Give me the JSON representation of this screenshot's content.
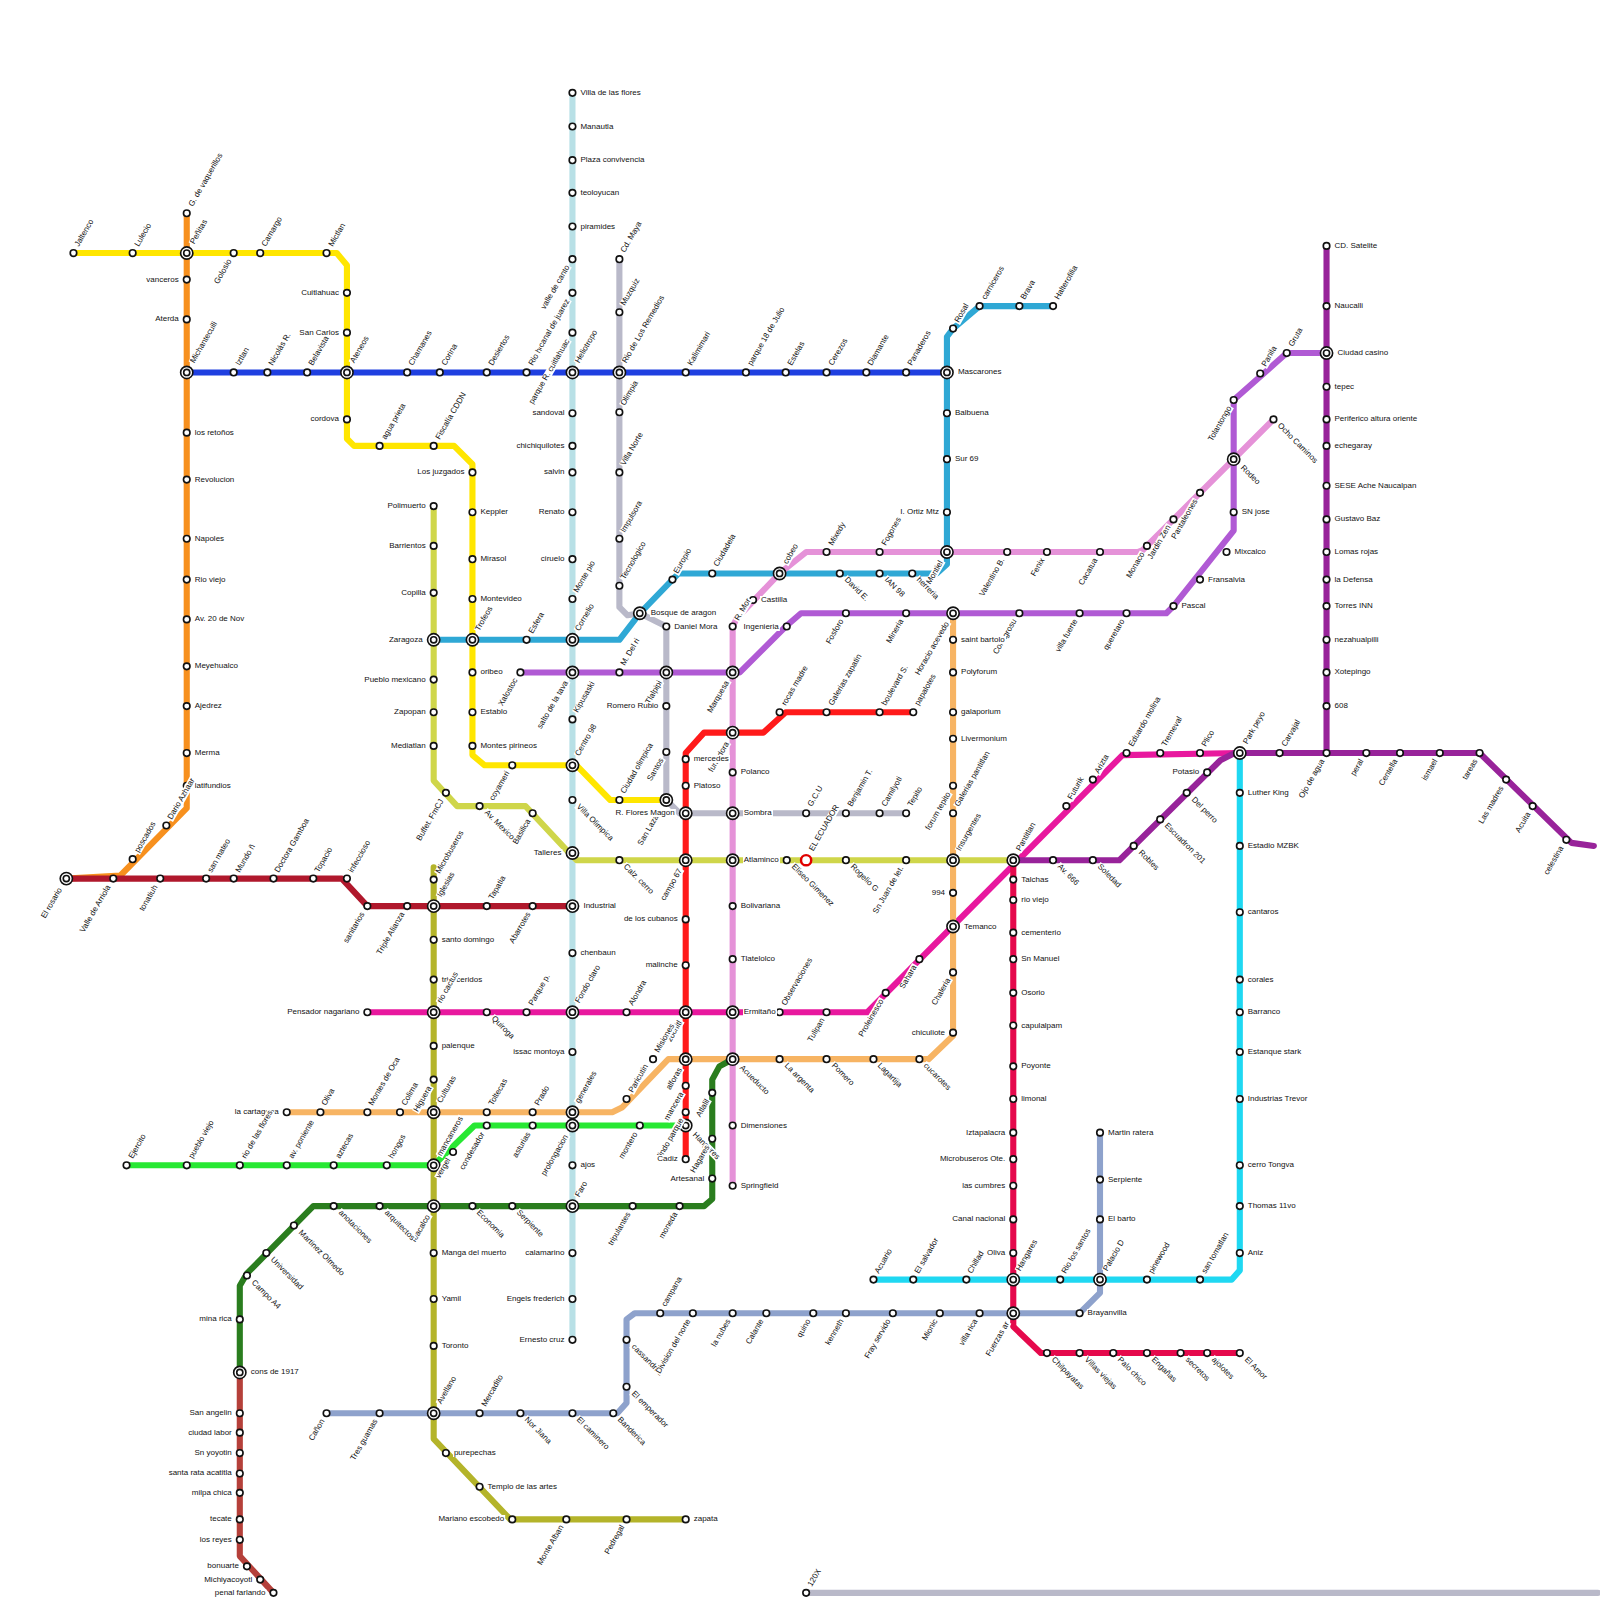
{
  "diagram": {
    "labels": [
      "Jaltenco",
      "Lulecio",
      "Peñitas",
      "Golosio",
      "Camargo",
      "Mictlan",
      "Cuitlahuac",
      "San Carlos",
      "Ateneos",
      "cordova",
      "agua prieta",
      "Fiscalía CDDN",
      "Los juzgados",
      "Keppler",
      "Mirasol",
      "Montevideo",
      "Trofeos",
      "oribeo",
      "Establo",
      "Montes pirineos",
      "coyameri",
      "Centro 98",
      "Ciudad olimpica",
      "San Lazaro",
      "G. de vaquerillos",
      "vanceros",
      "Aterda",
      "Michantecuili",
      "los retoños",
      "Revolucion",
      "Napoles",
      "Rio viejo",
      "Av. 20 de Nov",
      "Meyehualco",
      "Ajedrez",
      "Merma",
      "latifundios",
      "Dario Azhaar",
      "poscados",
      "El rosario",
      "Iztlan",
      "Nicolás R.",
      "Belavista",
      "Chamanes",
      "Corina",
      "Desiertos",
      "Rio hondo",
      "Heliotropo",
      "Rio de Los Remedios",
      "Kalimimari",
      "parque 18 de Julio",
      "Estelas",
      "Cerezos",
      "Diamante",
      "Panaderos",
      "Mascarones",
      "Villa de las flores",
      "Manautla",
      "Plaza convivencia",
      "teoloyucan",
      "piramides",
      "valle de canto",
      "canal de juarez",
      "parque R. cuitlahuac",
      "sandoval",
      "chichiquilotes",
      "salvin",
      "Renato",
      "ciruelo",
      "Monte pio",
      "Cornelio",
      "salto de la tava",
      "Kipusaski",
      "Villa Olimpica",
      "Talleres",
      "Industrial",
      "chenbaun",
      "Fondo claro",
      "issac montoya",
      "generales",
      "prolongacion",
      "ajos",
      "Faro",
      "calamarino",
      "Engels frederich",
      "Ernesto cruz",
      "Cd. Maya",
      "Muzquiz",
      "Olimpia",
      "Villa Norte",
      "Impulsora",
      "Tecnologico",
      "Bosque de aragon",
      "Daniel Mora",
      "Tlalpipi",
      "Romero Rubio",
      "Santos",
      "R. Flores Magon",
      "Sombra",
      "G.C.U",
      "Benjamin T.",
      "Camilyoti",
      "Tepito",
      "Halterofilia",
      "Brava",
      "carniceros",
      "Rosal",
      "Balbuena",
      "Sur 69",
      "I. Ortiz Mtz",
      "Montiel",
      "herreria",
      "IAN 98",
      "David E.",
      "cobeo",
      "Ciudadela",
      "Europio",
      "Esfera",
      "Zaragoza",
      "Ocho Caminos",
      "Rodeo",
      "Pantaleones",
      "Jardin Zen",
      "Monaco",
      "Cacatua",
      "Fenix",
      "Valentino B.",
      "Fogones",
      "Mixedy",
      "Castilla",
      "R. Mor",
      "Marquesa",
      "fundidora",
      "Polanco",
      "Atlaminco",
      "Bolivariana",
      "Tlatelolco",
      "Ermitaño",
      "Acueducto",
      "Dimensiones",
      "Springfield",
      "Gruta",
      "Panila",
      "Tolantongo",
      "SN jose",
      "Mixcalco",
      "Fransalvia",
      "Pascal",
      "queretaro",
      "villa fuerte",
      "Conagrosu",
      "Horacio acevedo",
      "Mineria",
      "Fosforo",
      "Ingenieria",
      "M. Del ri",
      "Xalostoc",
      "papalotes",
      "boulevard S.",
      "Galerias zapatin",
      "rocas madre",
      "mercedes",
      "Platoso",
      "campo 67",
      "de los cubanos",
      "malinche",
      "zochitl",
      "alforas",
      "mancera",
      "lindo parque",
      "Hangares",
      "Cadiz",
      "Polimuerto",
      "Barrientos",
      "Copilla",
      "Pueblo mexicano",
      "Zapopan",
      "Mediatlan",
      "Buffet. FmCJ",
      "Av. Mexico",
      "Basilica",
      "Calz. cerro",
      "Eliseo Gimenez",
      "EL ECUADOR",
      "Rogelio G",
      "Sn Juan de let.",
      "Insurgentes",
      "Pantitlan",
      "Valle de Arriola",
      "tonatiuh",
      "san mateo",
      "Mundo ñ",
      "Doctora Gamboa",
      "Topacio",
      "infeccioso",
      "sanitarios",
      "Triple Alianza",
      "Iglesias",
      "Tapatia",
      "Abarrotes",
      "Microbuseros",
      "santo domingo",
      "trigliceridos",
      "rio cactus",
      "palenque",
      "Higuera",
      "Culturas",
      "Teacalco",
      "Manga del muerto",
      "Yamil",
      "Toronto",
      "Avellano",
      "purepechas",
      "Templo de las artes",
      "Mariano escobedo",
      "Monte Alban",
      "Pedregal",
      "zapata",
      "Pensador nagariano",
      "Quiroga",
      "Parque p.",
      "Alondra",
      "Observaciones",
      "Tulipan",
      "Proleinesco",
      "Sahara",
      "Temanco",
      "Futurik",
      "Arizta",
      "Eduardo molina",
      "Tremeval",
      "Plico",
      "Park peyo",
      "CD. Satelite",
      "Naucalli",
      "Ciudad casino",
      "tepec",
      "Periferico altura oriente",
      "echegaray",
      "SESE Ache Naucalpan",
      "Gustavo Baz",
      "Lomas rojas",
      "la Defensa",
      "Torres INN",
      "nezahualpilli",
      "Xotepingo",
      "608",
      "Ojo de agua",
      "Carvajal",
      "peral",
      "Centella",
      "ismael",
      "tareas",
      "Las madres",
      "Acuita",
      "celestina",
      "Potasio",
      "Del perro",
      "Escuadron 201",
      "Robles",
      "Soledad",
      "Av. 666",
      "saint bartolo",
      "Polyforum",
      "galaporium",
      "Livermonium",
      "forum tepito",
      "Galerias pantitlan",
      "994",
      "Chaleria",
      "chiculiote",
      "cucarotes",
      "Lagartija",
      "Pomero",
      "La argenta",
      "Misiones",
      "Paricutin",
      "Prado",
      "Toltecas",
      "Colima",
      "Montes de Oca",
      "Oliva",
      "la cartagena",
      "Ejercito",
      "pueblo viejo",
      "rio de las flores",
      "av. poniente",
      "aztecas",
      "hongos",
      "mancaneros",
      "vergel",
      "condesador",
      "asturias",
      "montero",
      "Atlalil",
      "Hagares",
      "Artesanal",
      "moneda",
      "tripulantes",
      "Serpiente",
      "Economia",
      "arquitectos",
      "anotaciones",
      "Martinez Olmedo",
      "Universidad",
      "Campo A4",
      "mina rica",
      "cons de 1917",
      "San angelin",
      "ciudad labor",
      "Sn yoyotin",
      "santa rata acatitla",
      "milpa chica",
      "tecate",
      "los reyes",
      "bonuarte",
      "Michiyacoyotl",
      "penal farlando",
      "Cañon",
      "Tres guamas",
      "Mercadito",
      "Nor Jiana",
      "El caminero",
      "Banderica",
      "El emperador",
      "cassandras",
      "campana",
      "Division del norte",
      "la nubes",
      "Calante",
      "quino",
      "kenneth",
      "Fray servido",
      "Mionic",
      "villa rica",
      "Fuerzas ar",
      "Brayanvilla",
      "Palacio D",
      "El barto",
      "Serpiente",
      "Martin ratera",
      "Luther King",
      "Estadio MZBK",
      "cantaros",
      "corales",
      "Barranco",
      "Estanque stark",
      "Industrias Trevor",
      "cerro Tongva",
      "Thomas 11vo",
      "Aniz",
      "san tomatlan",
      "pinewood",
      "Rio los santos",
      "Hangares",
      "Chillad",
      "El salvador",
      "Acuario",
      "Talchas",
      "rio viejo",
      "cementerio",
      "Sn Manuel",
      "Osorio",
      "capulalpam",
      "Poyonte",
      "limonal",
      "Iztapalacra",
      "Microbuseros Ote.",
      "las cumbres",
      "Canal nacional",
      "Oliva",
      "Chilpayatas",
      "Villas viejas",
      "Palo chico",
      "Engañas",
      "secretos",
      "ajolotes",
      "El Amor",
      "120X"
    ]
  }
}
